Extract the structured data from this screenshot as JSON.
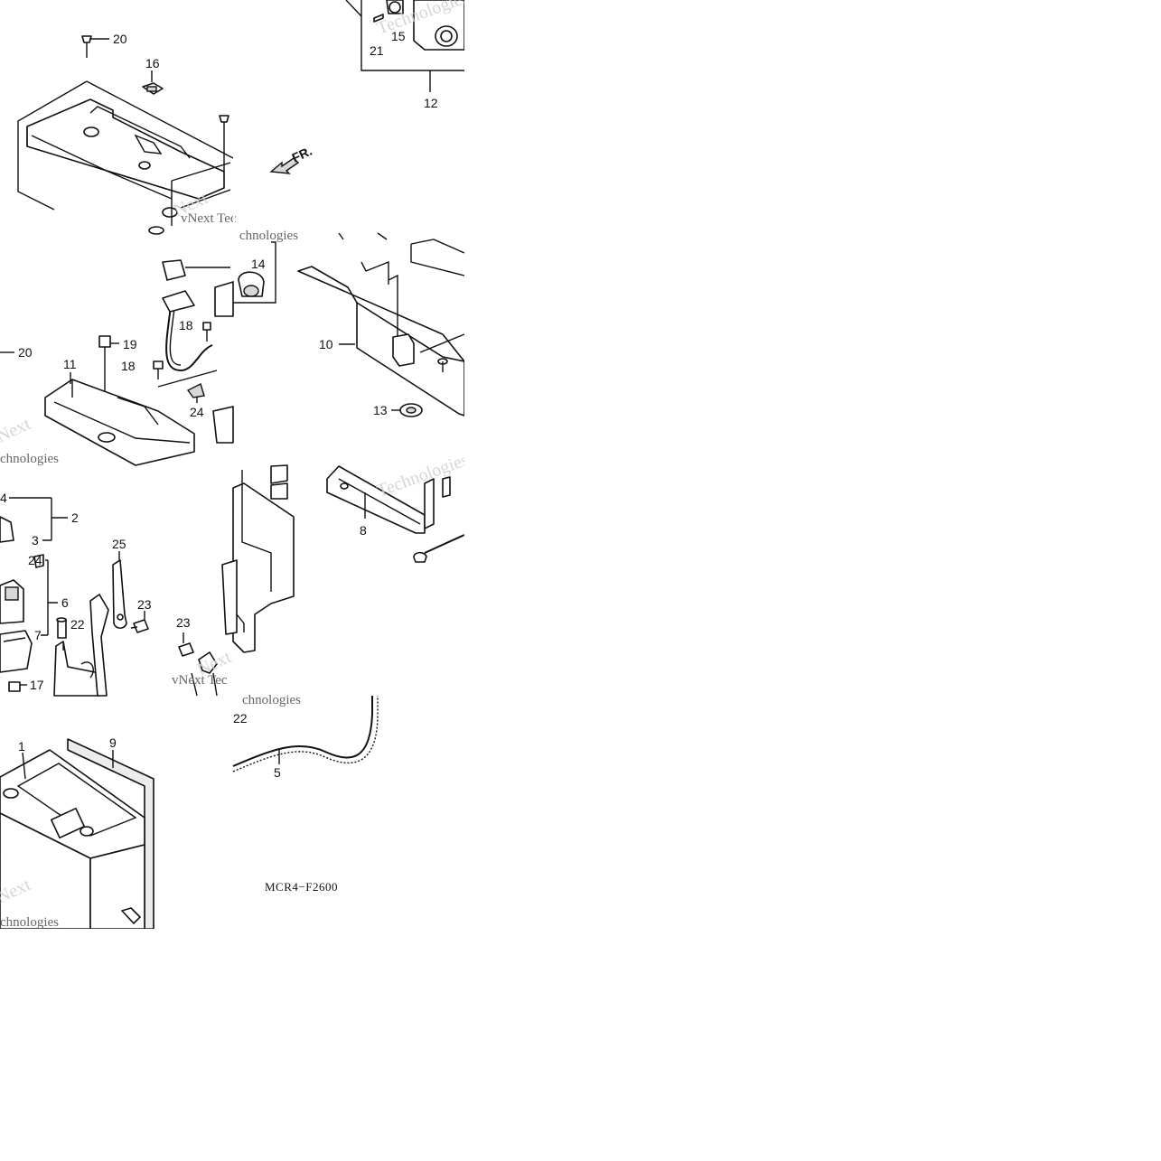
{
  "diagram": {
    "code": "MCR4−F2600",
    "direction_label": "FR.",
    "watermark": {
      "brand_1": "vNext Technologies",
      "brand_2": "Technologies",
      "brand_3": "Next",
      "brand_4": "vNext Tec",
      "brand_5": "chnologies"
    },
    "callouts": {
      "p1": "1",
      "p2": "2",
      "p3": "3",
      "p4": "4",
      "p5": "5",
      "p6": "6",
      "p7": "7",
      "p8": "8",
      "p9": "9",
      "p10": "10",
      "p11": "11",
      "p12": "12",
      "p13": "13",
      "p14": "14",
      "p15": "15",
      "p16": "16",
      "p17": "17",
      "p18": "18",
      "p19": "19",
      "p20": "20",
      "p21": "21",
      "p22": "22",
      "p23": "23",
      "p24": "24",
      "p25": "25"
    }
  }
}
